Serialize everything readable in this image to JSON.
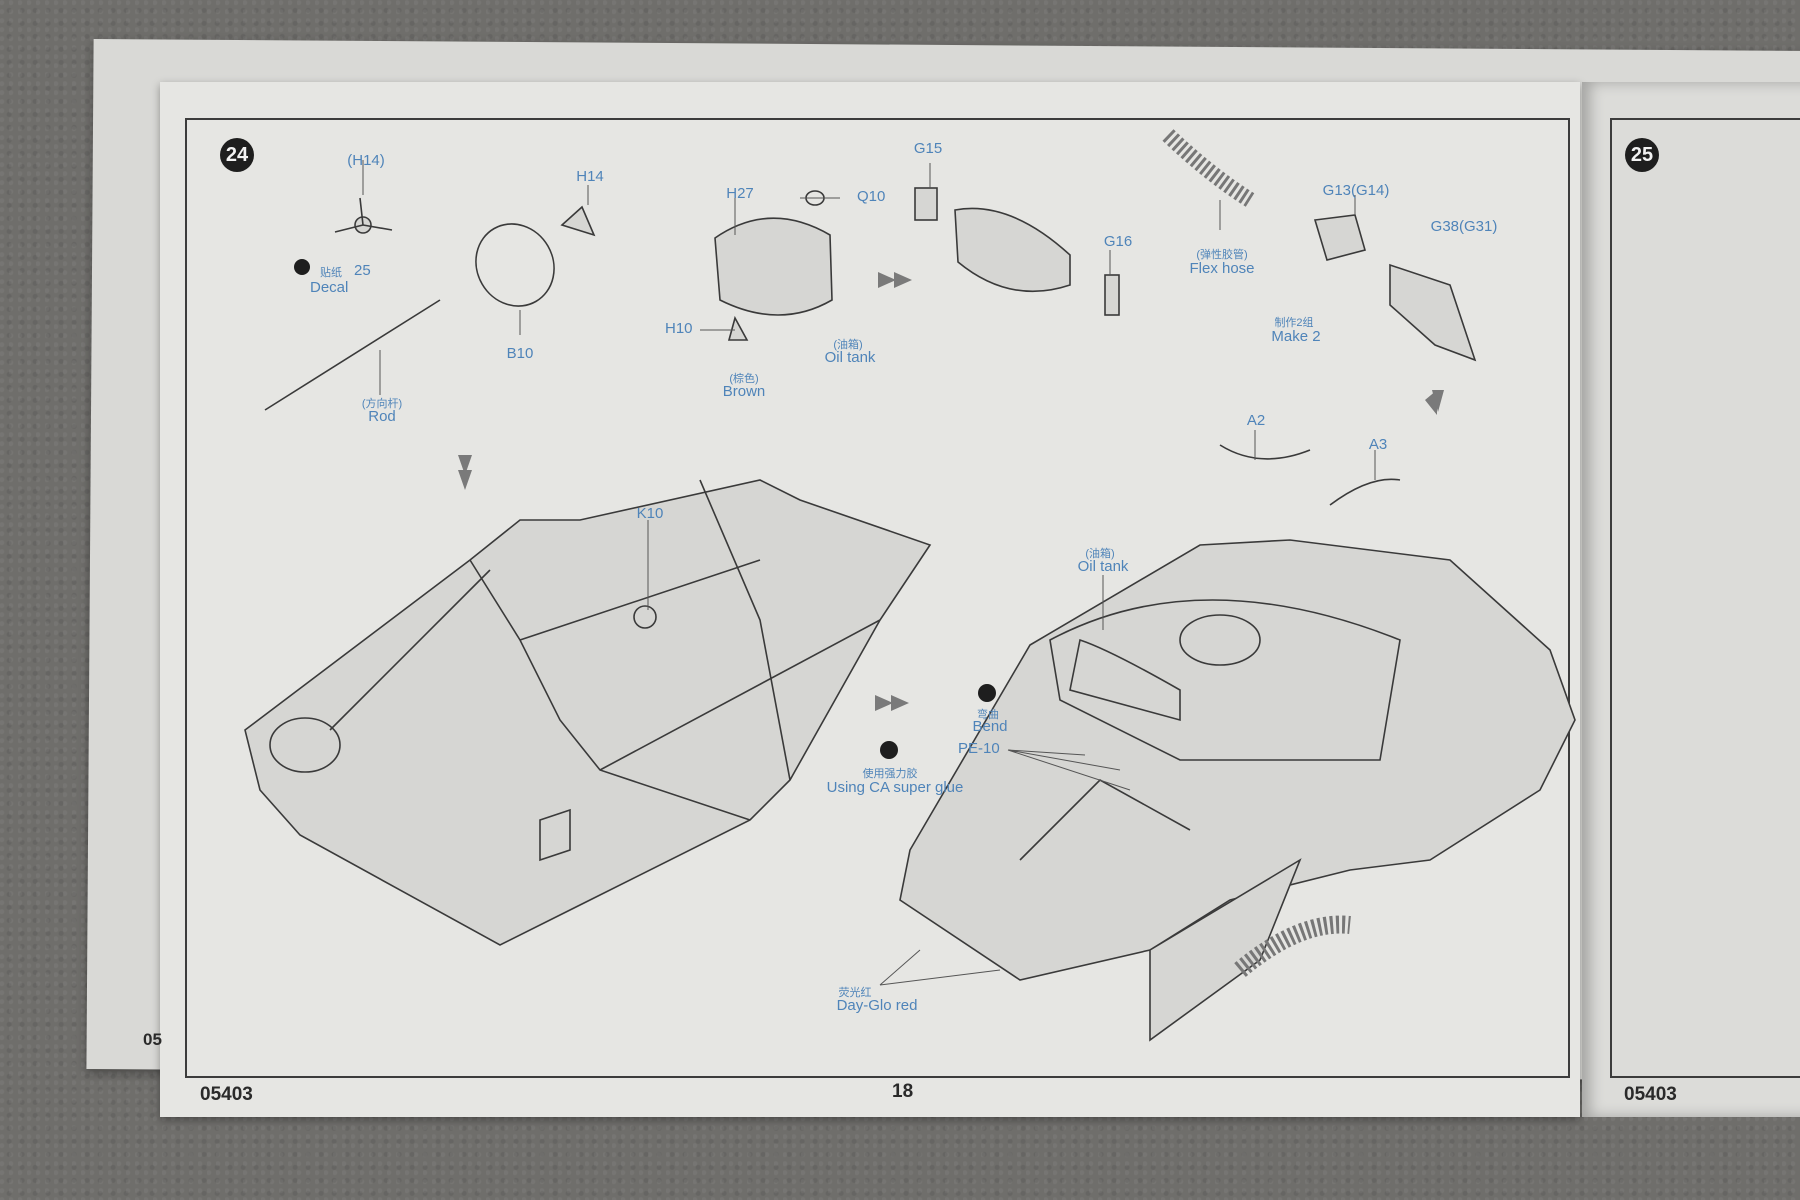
{
  "page": {
    "step_current": "24",
    "step_next": "25",
    "kit_number_left": "05403",
    "kit_number_right": "05403",
    "page_number": "18",
    "partial_left_footer": "05"
  },
  "labels": {
    "h14_paren": "(H14)",
    "h14": "H14",
    "decal_cn": "贴纸",
    "decal_num": "25",
    "decal": "Decal",
    "b10": "B10",
    "rod_cn": "(方向杆)",
    "rod": "Rod",
    "h27": "H27",
    "q10": "Q10",
    "h10": "H10",
    "brown_cn": "(棕色)",
    "brown": "Brown",
    "oiltank_cn": "(油箱)",
    "oiltank": "Oil tank",
    "g15": "G15",
    "g16": "G16",
    "flexhose_cn": "(弹性胶管)",
    "flexhose": "Flex hose",
    "g13": "G13(G14)",
    "g38": "G38(G31)",
    "make2_cn": "制作2组",
    "make2": "Make 2",
    "a2": "A2",
    "a3": "A3",
    "k10": "K10",
    "oiltank2_cn": "(油箱)",
    "oiltank2": "Oil tank",
    "bend_cn": "弯曲",
    "bend": "Bend",
    "pe10": "PE-10",
    "glue_cn": "使用强力胶",
    "glue": "Using CA super glue",
    "dayglo_cn": "荧光红",
    "dayglo": "Day-Glo red"
  },
  "colors": {
    "callout_blue": "#4f84b9",
    "ink": "#3a3a3a",
    "paper": "#e6e6e3"
  }
}
